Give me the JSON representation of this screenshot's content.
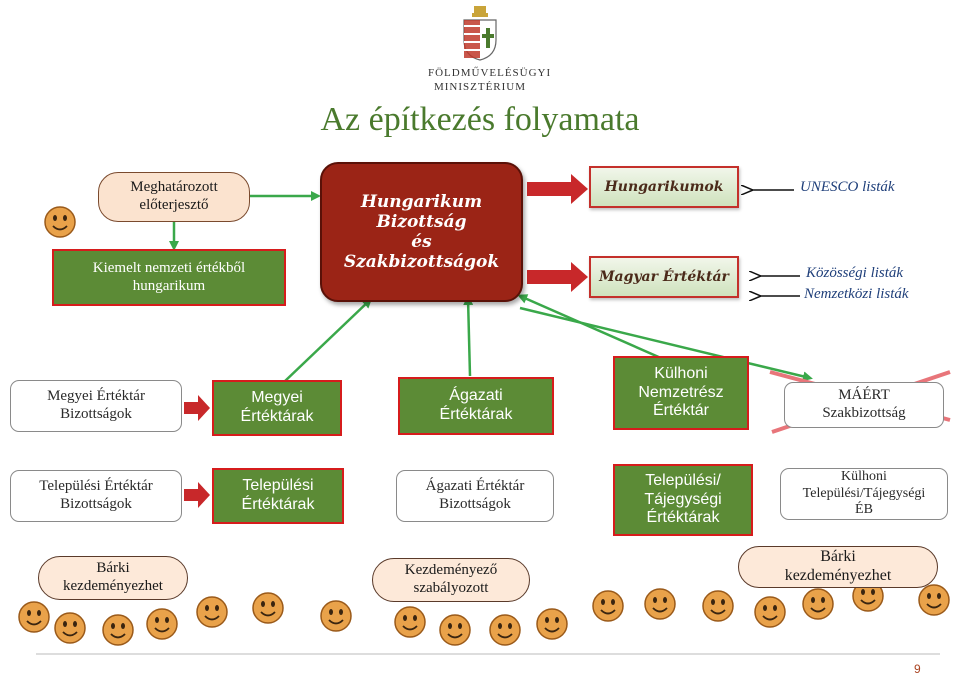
{
  "logo": {
    "line1": "FÖLDMŰVELÉSÜGYI",
    "line2": "MINISZTÉRIUM",
    "emblem": "hungarian-coat-of-arms-icon"
  },
  "title": "Az építkezés folyamata",
  "top_left": {
    "proposer": [
      "Meghatározott",
      "előterjesztő"
    ],
    "highlighted": [
      "Kiemelt nemzeti értékből",
      "hungarikum"
    ]
  },
  "center_box": [
    "Hungarikum",
    "Bizottság",
    "és",
    "Szakbizottságok"
  ],
  "collections": {
    "hungarikumok": "Hungarikumok",
    "ertektar": "Magyar Értéktár"
  },
  "lists": {
    "unesco": "UNESCO listák",
    "kozossegi": "Közösségi listák",
    "nemzetkozi": "Nemzetközi listák"
  },
  "row2": {
    "megyei_bizottsagok": [
      "Megyei Értéktár",
      "Bizottságok"
    ],
    "megyei_ertektarak": [
      "Megyei",
      "Értéktárak"
    ],
    "agazati_ertektarak": [
      "Ágazati",
      "Értéktárak"
    ],
    "kulhoni": [
      "Külhoni",
      "Nemzetrész",
      "Értéktár"
    ],
    "maert": [
      "MÁÉRT",
      "Szakbizottság"
    ]
  },
  "row3": {
    "telepulesi_bizottsagok": [
      "Települési Értéktár",
      "Bizottságok"
    ],
    "telepulesi_ertektarak": [
      "Települési",
      "Értéktárak"
    ],
    "agazati_bizottsagok": [
      "Ágazati Értéktár",
      "Bizottságok"
    ],
    "tajegysegi": [
      "Települési/",
      "Tájegységi",
      "Értéktárak"
    ],
    "kulhoni_eb": [
      "Külhoni",
      "Települési/Tájegységi",
      "ÉB"
    ]
  },
  "row4": {
    "barki_left": [
      "Bárki",
      "kezdeményezhet"
    ],
    "kezdemenyezo": [
      "Kezdeményező",
      "szabályozott"
    ],
    "barki_right": [
      "Bárki",
      "kezdeményezhet"
    ]
  },
  "page_number": "9",
  "colors": {
    "green": "#5c8b36",
    "dark_red": "#9b2416",
    "peach": "#fbe3cf",
    "arrow_red": "#c8282a",
    "connector_green": "#3aa84a",
    "smiley": "#e9a24a"
  }
}
